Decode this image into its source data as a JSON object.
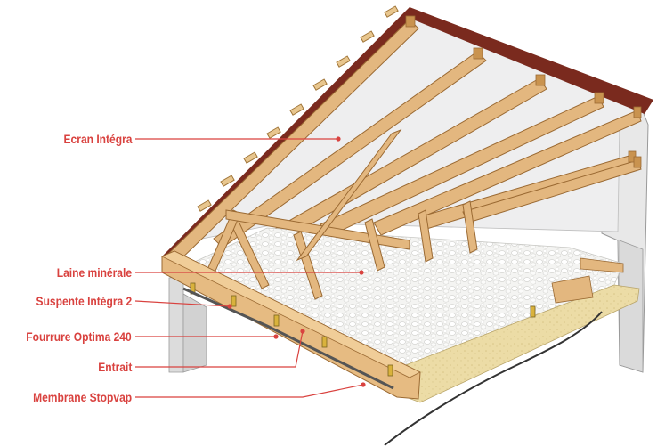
{
  "diagram": {
    "labels": [
      "Ecran Intégra",
      "Laine minérale",
      "Suspente Intégra 2",
      "Fourrure Optima 240",
      "Entrait",
      "Membrane Stopvap"
    ]
  },
  "colors": {
    "label_text": "#d9423f",
    "leader_line": "#d9423f",
    "roof_edge": "#7a2a1e",
    "timber": "#e3b77f",
    "timber_dark": "#b9834a",
    "wall": "#e6e6e6",
    "insulation": "#f2f2f0",
    "screen": "#ededee"
  }
}
